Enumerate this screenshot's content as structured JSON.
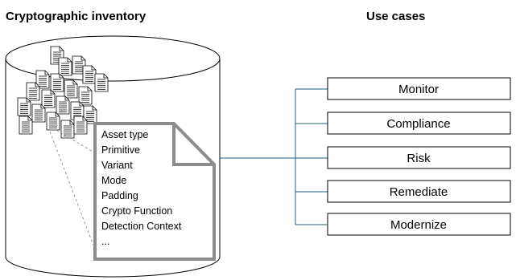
{
  "inventory": {
    "title": "Cryptographic inventory",
    "asset_fields": [
      "Asset type",
      "Primitive",
      "Variant",
      "Mode",
      "Padding",
      "Crypto Function",
      "Detection Context",
      "..."
    ]
  },
  "use_cases": {
    "title": "Use cases",
    "items": [
      "Monitor",
      "Compliance",
      "Risk",
      "Remediate",
      "Modernize"
    ]
  },
  "colors": {
    "connector": "#1f5f7a",
    "document_border": "#808080",
    "outline": "#000000"
  }
}
